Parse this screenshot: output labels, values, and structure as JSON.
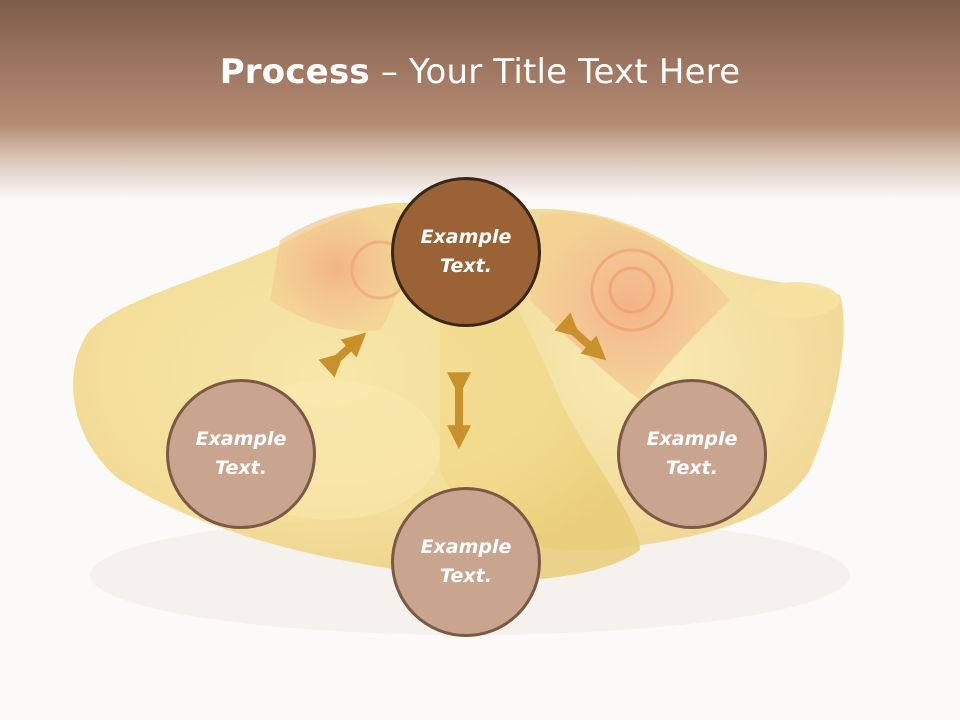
{
  "title": {
    "bold": "Process",
    "rest": " – Your Title Text Here"
  },
  "diagram": {
    "center_node": {
      "label": "Example Text."
    },
    "left_node": {
      "label": "Example Text."
    },
    "bottom_node": {
      "label": "Example Text."
    },
    "right_node": {
      "label": "Example Text."
    }
  },
  "colors": {
    "header": "#a07862",
    "center_fill": "#9a6235",
    "satellite_fill": "#c9a48f",
    "arrow": "#c9912c"
  },
  "background_image": "wooden-clogs-photo"
}
